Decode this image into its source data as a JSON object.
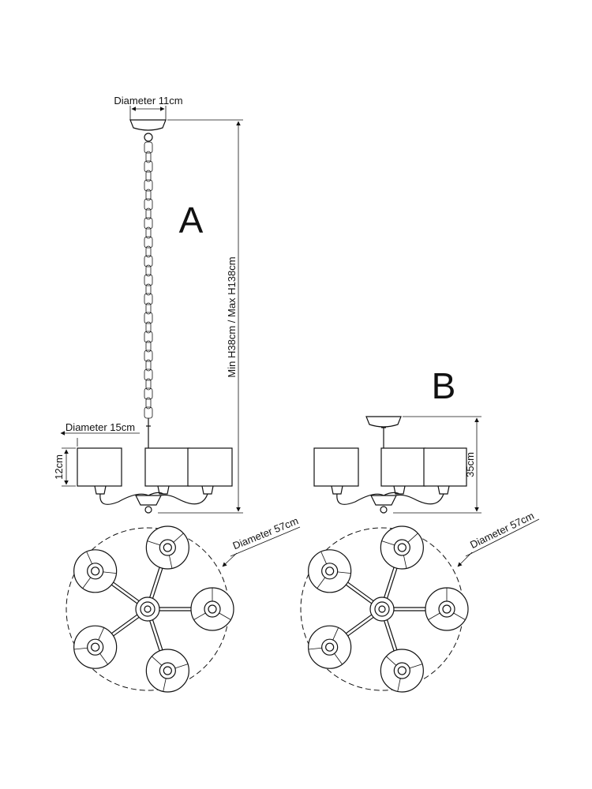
{
  "variants": {
    "a": {
      "letter": "A",
      "canopy_diameter": "Diameter 11cm",
      "height_range": "Min H38cm / Max H138cm",
      "shade_diameter": "Diameter 15cm",
      "shade_height": "12cm",
      "overall_diameter": "Diameter 57cm"
    },
    "b": {
      "letter": "B",
      "height": "35cm",
      "overall_diameter": "Diameter 57cm"
    }
  }
}
